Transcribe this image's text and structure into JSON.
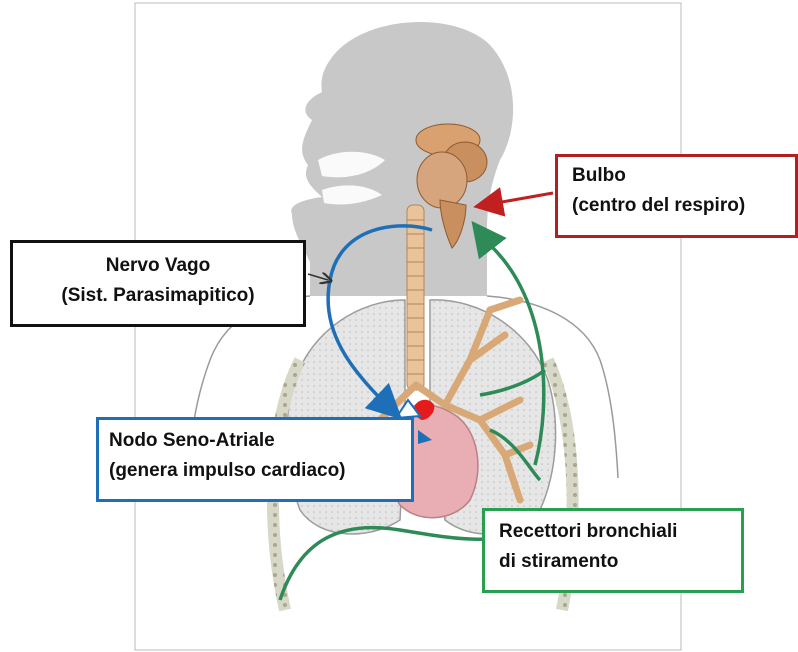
{
  "labels": {
    "bulbo": {
      "line1": "Bulbo",
      "line2": "(centro del respiro)",
      "border_color": "#b02020"
    },
    "nervo_vago": {
      "line1": "Nervo Vago",
      "line2": "(Sist. Parasimapitico)",
      "border_color": "#111111"
    },
    "nodo_seno_atriale": {
      "line1": "Nodo Seno-Atriale",
      "line2": "(genera impulso cardiaco)",
      "border_color": "#1f6fb8"
    },
    "recettori": {
      "line1": "Recettori bronchiali",
      "line2": "di stiramento",
      "border_color": "#27a050"
    }
  },
  "colors": {
    "body_silhouette": "#c8c8c8",
    "lung_fill": "#e6e6e6",
    "trachea": "#e9c39a",
    "brainstem": "#c98f5f",
    "vagus_path": "#1f6fb8",
    "receptor_path": "#2e8b57",
    "heart": "#e8aeb4",
    "sa_node": "#e51b1b"
  }
}
